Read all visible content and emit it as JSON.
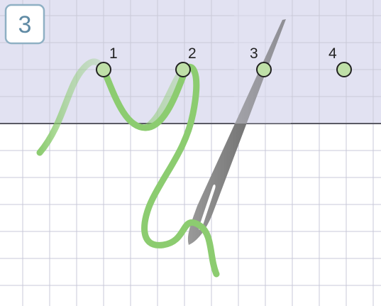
{
  "step_badge": {
    "number": "3"
  },
  "holes": [
    {
      "label": "1"
    },
    {
      "label": "2"
    },
    {
      "label": "3"
    },
    {
      "label": "4"
    }
  ],
  "colors": {
    "fabric_top": "#e2e2f2",
    "fabric_bottom": "#ffffff",
    "grid_line": "#c9c9d8",
    "fabric_edge": "#5a5a64",
    "thread": "#8ccc70",
    "needle": "#6e6e6e",
    "badge_border": "#8fb0c4"
  }
}
